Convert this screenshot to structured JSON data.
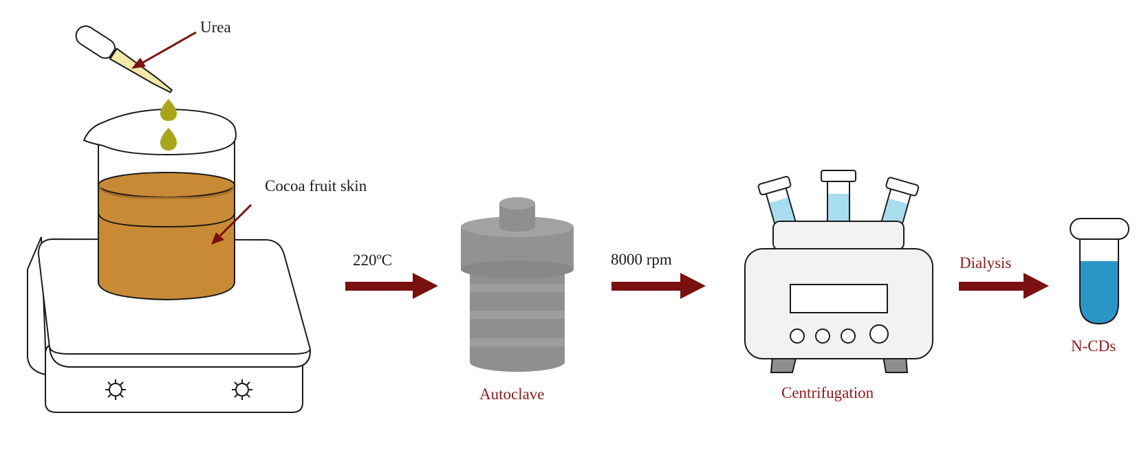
{
  "labels": {
    "urea": "Urea",
    "cocoa": "Cocoa fruit skin",
    "temperature": "220ºC",
    "autoclave": "Autoclave",
    "speed": "8000 rpm",
    "centrifugation": "Centrifugation",
    "dialysis": "Dialysis",
    "product": "N-CDs"
  },
  "colors": {
    "arrow": "#7a1010",
    "caption": "#8a1a1a",
    "liquid": "#c98a35",
    "drop": "#a8a51a",
    "autoclave": "#8f8f8f",
    "tube_liquid": "#a8dcef",
    "product_liquid": "#2a96c8"
  }
}
